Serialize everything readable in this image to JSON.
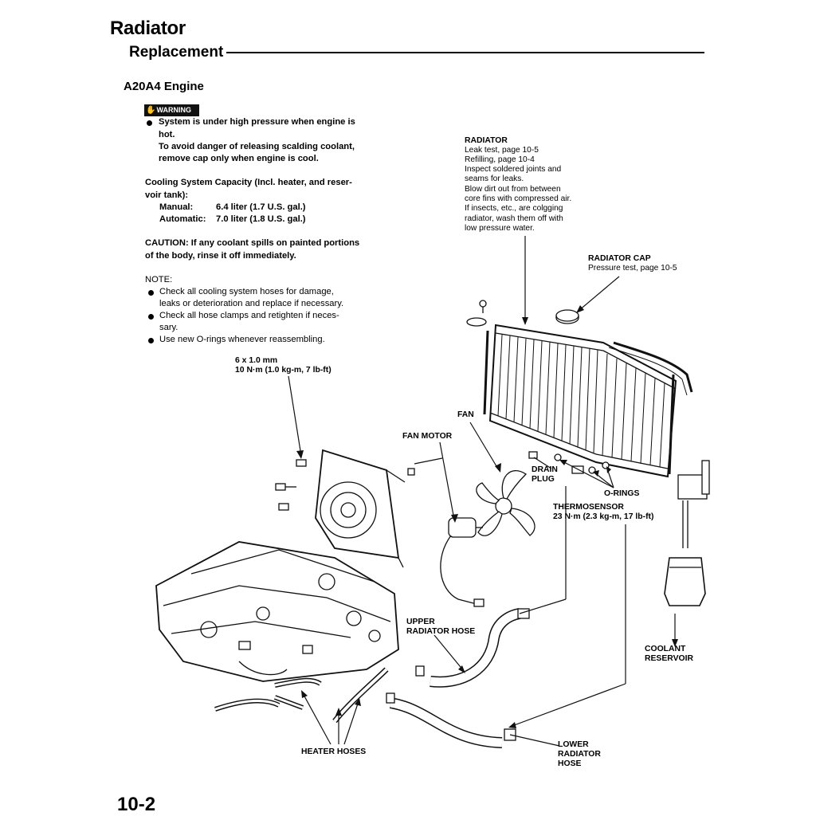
{
  "header": {
    "title": "Radiator",
    "subtitle": "Replacement",
    "engine": "A20A4 Engine"
  },
  "warning": {
    "badge": "WARNING",
    "lines": [
      "System is under high pressure when engine is",
      "hot.",
      "To avoid danger of releasing scalding coolant,",
      "remove cap only when engine is cool."
    ]
  },
  "capacity": {
    "heading_1": "Cooling System Capacity (Incl. heater, and reser-",
    "heading_2": "voir tank):",
    "manual_label": "Manual:",
    "manual_value": "6.4 liter (1.7 U.S. gal.)",
    "automatic_label": "Automatic:",
    "automatic_value": "7.0 liter (1.8 U.S. gal.)"
  },
  "caution": {
    "line_1": "CAUTION:  If any coolant spills on painted portions",
    "line_2": "of the body, rinse it off immediately."
  },
  "note": {
    "heading": "NOTE:",
    "items": [
      [
        "Check all cooling system hoses for damage,",
        "leaks or deterioration and replace if necessary."
      ],
      [
        "Check all hose clamps and retighten if neces-",
        "sary."
      ],
      [
        "Use new O-rings whenever reassembling."
      ]
    ]
  },
  "callouts": {
    "radiator": {
      "title": "RADIATOR",
      "lines": [
        "Leak test, page 10-5",
        "Refilling, page 10-4",
        "Inspect soldered joints and",
        "seams for leaks.",
        "Blow dirt out from between",
        "core fins with compressed air.",
        "If insects, etc., are colgging",
        "radiator, wash them off with",
        "low pressure water."
      ]
    },
    "radiator_cap": {
      "title": "RADIATOR CAP",
      "line": "Pressure test, page 10-5"
    },
    "bolt": {
      "line_1": "6 x 1.0 mm",
      "line_2": "10 N·m (1.0 kg-m, 7 lb-ft)"
    },
    "fan": "FAN",
    "fan_motor": "FAN MOTOR",
    "drain_plug": [
      "DRAIN",
      "PLUG"
    ],
    "o_rings": "O-RINGS",
    "thermosensor": {
      "title": "THERMOSENSOR",
      "line": "23 N·m (2.3 kg-m, 17 lb-ft)"
    },
    "upper_hose": [
      "UPPER",
      "RADIATOR HOSE"
    ],
    "coolant_reservoir": [
      "COOLANT",
      "RESERVOIR"
    ],
    "lower_hose": [
      "LOWER",
      "RADIATOR",
      "HOSE"
    ],
    "heater_hoses": "HEATER HOSES"
  },
  "footer": {
    "page_number": "10-2"
  }
}
